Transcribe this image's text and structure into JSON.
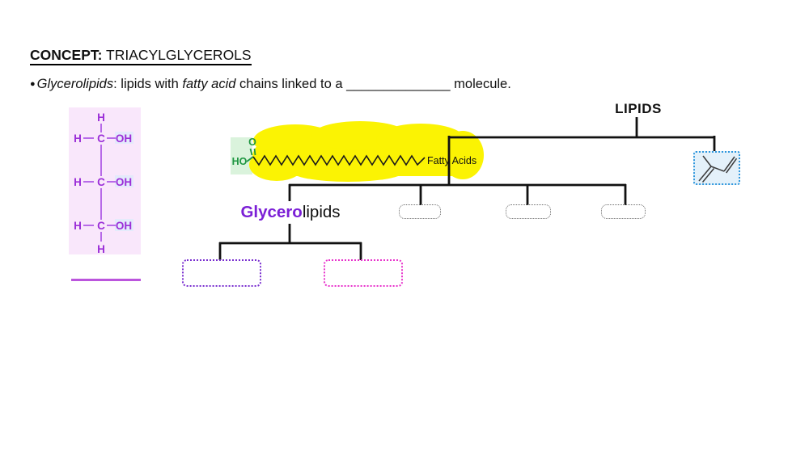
{
  "title": {
    "label": "CONCEPT:",
    "name": " TRIACYLGLYCEROLS"
  },
  "bullet": {
    "marker": "●",
    "term": "Glycerolipids",
    "sep": ": lipids with ",
    "emphasis": "fatty acid",
    "text_after": " chains linked to a ",
    "blank": "______________",
    "text_end": " molecule."
  },
  "glycerol_diagram": {
    "panel_color": "#f9e7fb",
    "atom_color": "#9b2fd8",
    "bond_color": "#b76ae8",
    "answer_line_color": "#bb55dd",
    "top_h": "H",
    "bottom_h": "H",
    "rows": [
      {
        "left": "H",
        "center": "C",
        "right": "OH"
      },
      {
        "left": "H",
        "center": "C",
        "right": "OH"
      },
      {
        "left": "H",
        "center": "C",
        "right": "OH"
      }
    ]
  },
  "fatty_acid": {
    "o_label": "O",
    "ho_label": "HO",
    "label": "Fatty Acids",
    "highlight_color": "#fbf303",
    "green_tint_color": "#daf3dc",
    "acid_color": "#1e9641",
    "chain_color": "#1a1a1a"
  },
  "tree": {
    "root_label": "LIPIDS",
    "line_color": "#111111",
    "glycerolipids_prefix": "Glycero",
    "glycerolipids_suffix": "lipids",
    "glycerolipids_prefix_color": "#7b1fd6",
    "placeholder_border_color": "#6e6e6e",
    "left_subtype_border_color": "#7a2fd0",
    "right_subtype_border_color": "#e833cc",
    "isoprenoid_border_color": "#2f97dd",
    "isoprenoid_fill_color": "#e4f1fa"
  }
}
